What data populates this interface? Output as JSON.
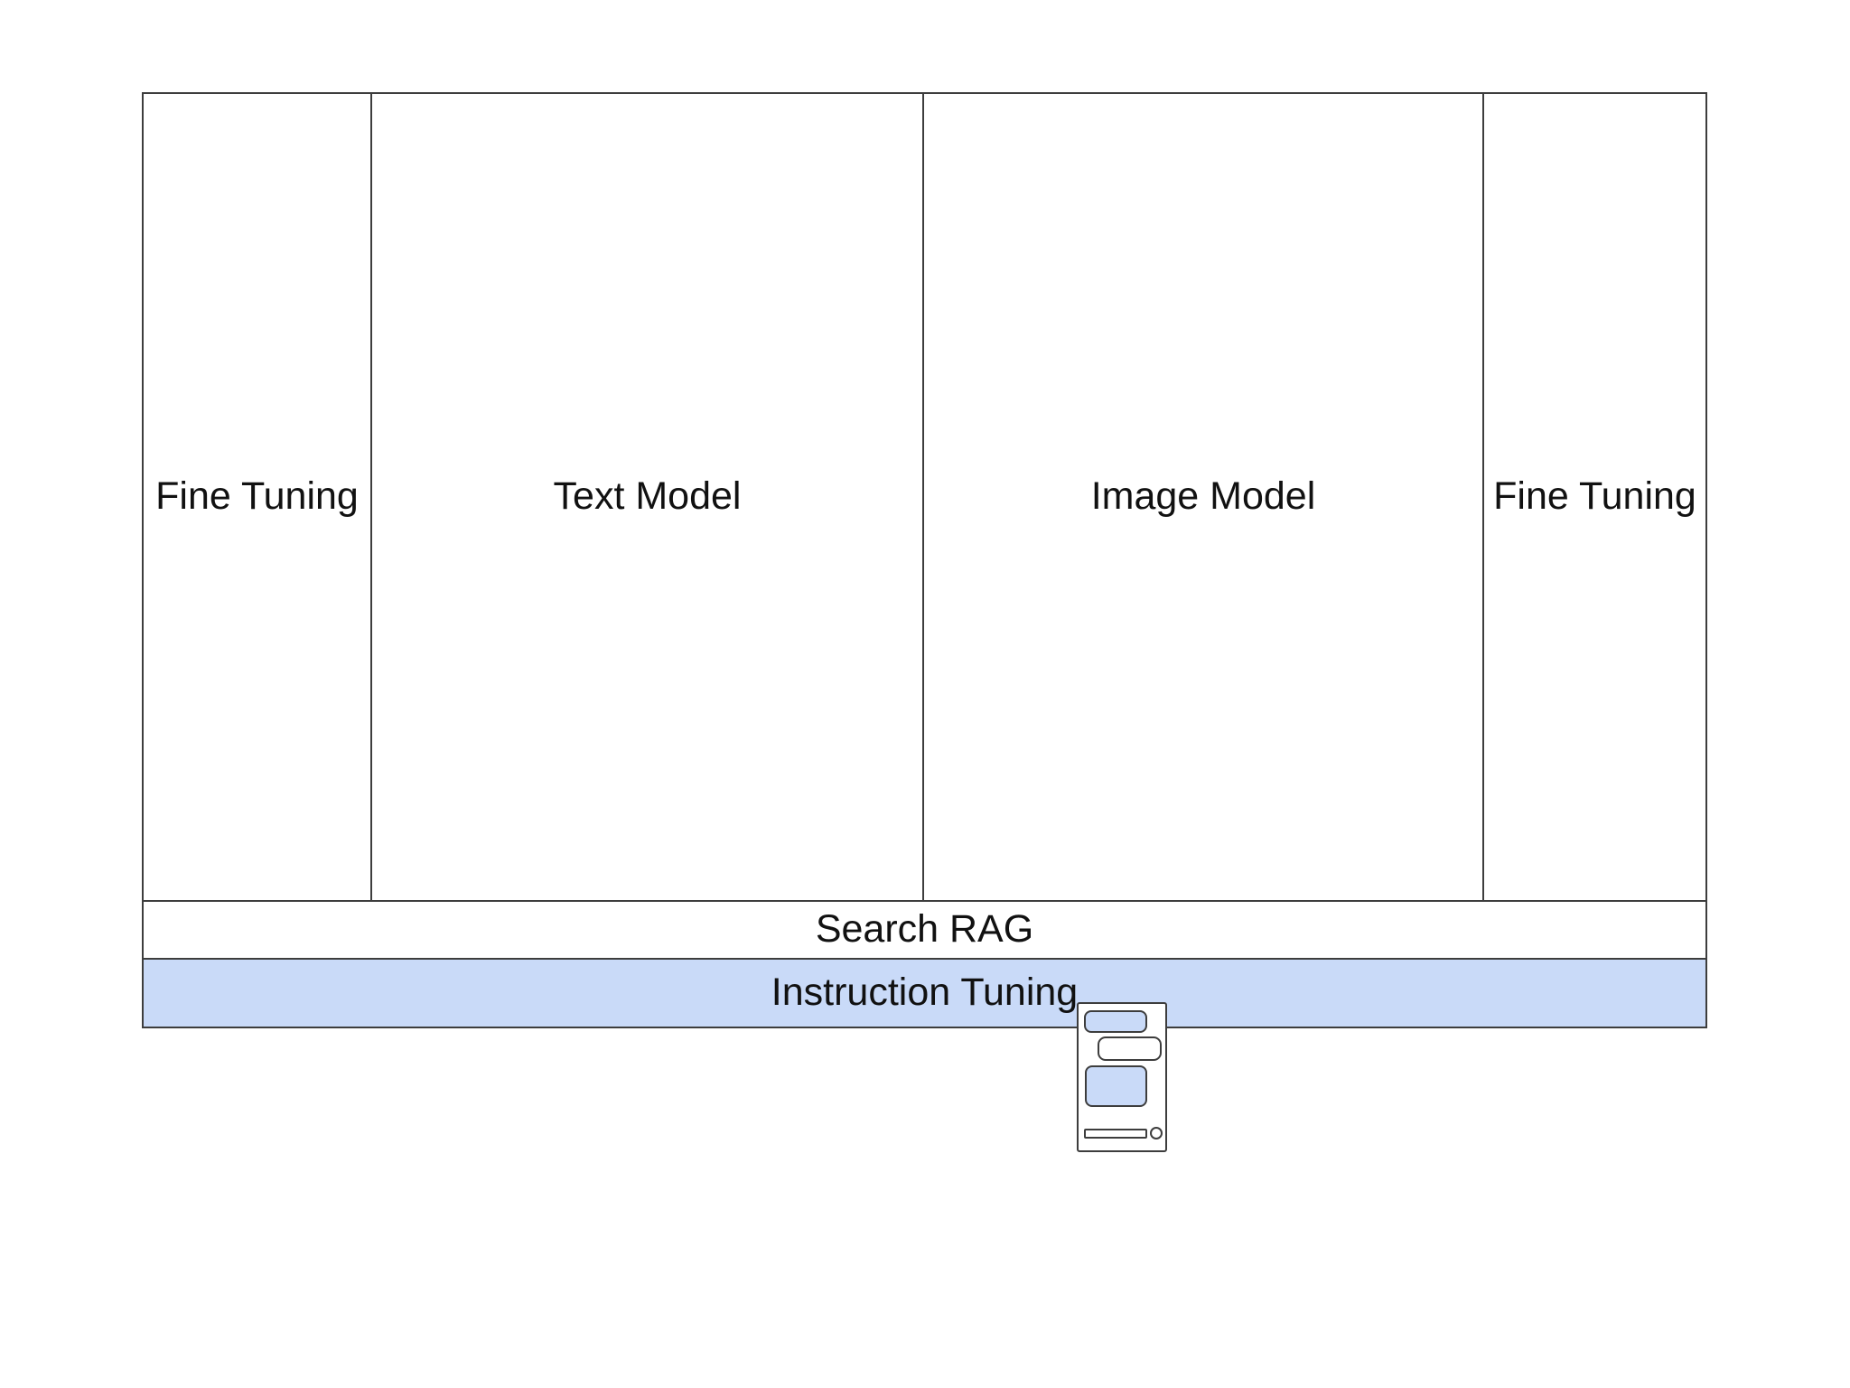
{
  "diagram": {
    "columns": [
      {
        "id": "fine-tuning-left",
        "label": "Fine Tuning"
      },
      {
        "id": "text-model",
        "label": "Text Model"
      },
      {
        "id": "image-model",
        "label": "Image Model"
      },
      {
        "id": "fine-tuning-right",
        "label": "Fine Tuning"
      }
    ],
    "bands": [
      {
        "id": "search-rag",
        "label": "Search RAG",
        "highlighted": false
      },
      {
        "id": "instruction-tuning",
        "label": "Instruction Tuning",
        "highlighted": true
      }
    ],
    "icon": {
      "name": "mobile-chat-icon",
      "description": "phone screen with chat bubbles and message input bar"
    },
    "colors": {
      "highlight_fill": "#c9daf8",
      "border": "#3d3d3d",
      "text": "#111111",
      "background": "#ffffff"
    }
  }
}
